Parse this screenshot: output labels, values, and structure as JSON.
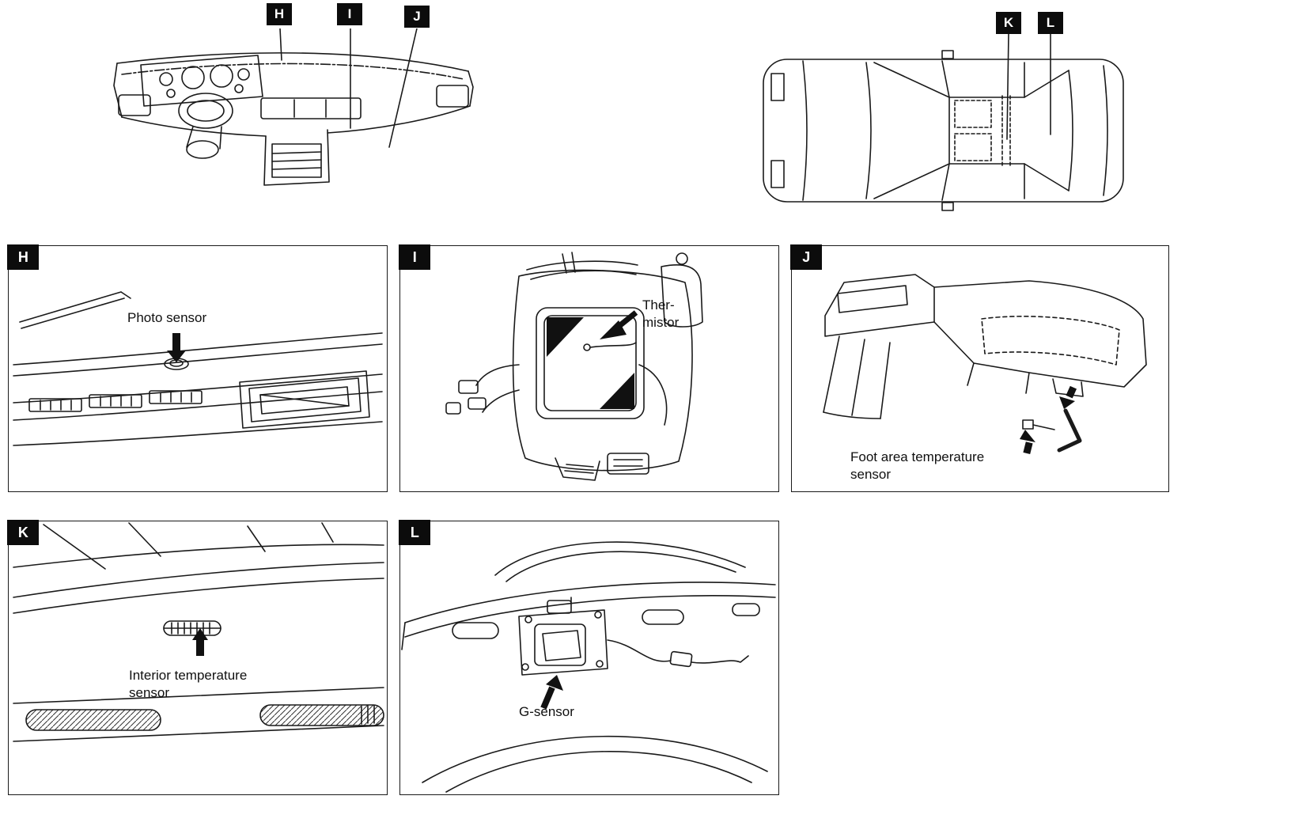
{
  "page": {
    "background": "#ffffff",
    "ink": "#1a1a1a",
    "callout_bg": "#0c0c0c"
  },
  "overview": {
    "dashboard_callouts": [
      {
        "label": "H"
      },
      {
        "label": "I"
      },
      {
        "label": "J"
      }
    ],
    "car_callouts": [
      {
        "label": "K"
      },
      {
        "label": "L"
      }
    ]
  },
  "panels": {
    "h": {
      "label": "H",
      "caption": "Photo sensor"
    },
    "i": {
      "label": "I",
      "caption_line1": "Ther-",
      "caption_line2": "mistor"
    },
    "j": {
      "label": "J",
      "caption_line1": "Foot area temperature",
      "caption_line2": "sensor"
    },
    "k": {
      "label": "K",
      "caption_line1": "Interior temperature",
      "caption_line2": "sensor"
    },
    "l": {
      "label": "L",
      "caption": "G-sensor"
    }
  }
}
